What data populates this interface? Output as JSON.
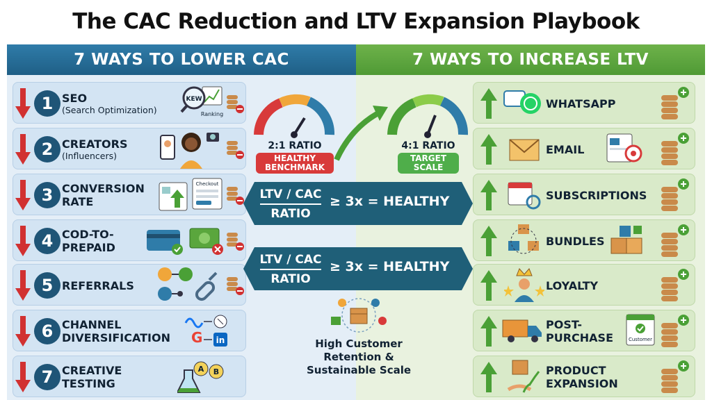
{
  "title": "The CAC Reduction and LTV Expansion Playbook",
  "left_header": "7 WAYS TO LOWER CAC",
  "right_header": "7 WAYS TO INCREASE LTV",
  "cac_items": [
    {
      "number": "1",
      "label": "SEO",
      "sub": "(Search Optimization)",
      "icon_text": "KEW",
      "icon_caption": "Ranking"
    },
    {
      "number": "2",
      "label": "CREATORS",
      "sub": "(Influencers)"
    },
    {
      "number": "3",
      "label": "CONVERSION",
      "label2": "RATE",
      "icon_text": "Checkout"
    },
    {
      "number": "4",
      "label": "COD-TO-",
      "label2": "PREPAID"
    },
    {
      "number": "5",
      "label": "REFERRALS"
    },
    {
      "number": "6",
      "label": "CHANNEL",
      "label2": "DIVERSIFICATION"
    },
    {
      "number": "7",
      "label": "CREATIVE",
      "label2": "TESTING",
      "icon_text_a": "A",
      "icon_text_b": "B"
    }
  ],
  "ltv_items": [
    {
      "label": "WHATSAPP"
    },
    {
      "label": "EMAIL"
    },
    {
      "label": "SUBSCRIPTIONS"
    },
    {
      "label": "BUNDLES"
    },
    {
      "label": "LOYALTY"
    },
    {
      "label": "POST-",
      "label2": "PURCHASE",
      "icon_text": "Customer"
    },
    {
      "label": "PRODUCT",
      "label2": "EXPANSION"
    }
  ],
  "gauges": {
    "healthy": {
      "ratio": "2:1 RATIO",
      "badge": "HEALTHY BENCHMARK",
      "badge_color": "#d83a3a"
    },
    "target": {
      "ratio": "4:1 RATIO",
      "badge": "TARGET SCALE",
      "badge_color": "#4fae4a"
    }
  },
  "ratio_banner": {
    "top": "LTV / CAC",
    "bottom": "RATIO",
    "result": "≥ 3x = HEALTHY"
  },
  "closing_text": [
    "High Customer",
    "Retention &",
    "Sustainable Scale"
  ],
  "colors": {
    "cac_blue": "#2f7ca9",
    "ltv_green": "#5aa63d",
    "num_circle": "#1f5577",
    "red_arrow": "#d13131",
    "green_arrow": "#4aa036",
    "banner": "#1f5f78",
    "coin": "#c98a4a"
  }
}
